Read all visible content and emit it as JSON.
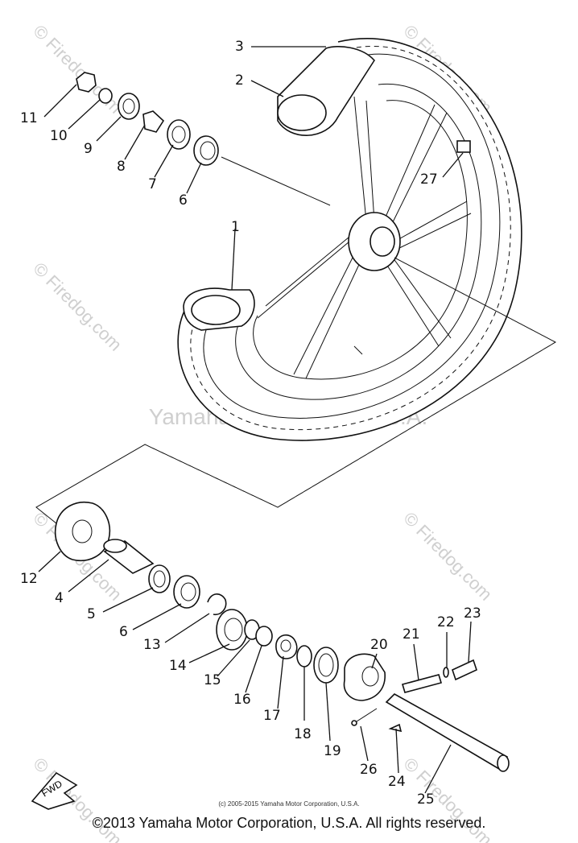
{
  "diagram": {
    "watermark_center": "Yamaha Motor Corp. U.S.A.",
    "watermark_site": "© Firedog.com",
    "fwd_label": "FWD",
    "small_copyright": "(c) 2005-2015 Yamaha Motor Corporation, U.S.A.",
    "copyright": "©2013 Yamaha Motor Corporation, U.S.A. All rights reserved.",
    "callouts": {
      "c1": "1",
      "c2": "2",
      "c3": "3",
      "c4": "4",
      "c5": "5",
      "c6a": "6",
      "c6b": "6",
      "c7": "7",
      "c8": "8",
      "c9": "9",
      "c10": "10",
      "c11": "11",
      "c12": "12",
      "c13": "13",
      "c14": "14",
      "c15": "15",
      "c16": "16",
      "c17": "17",
      "c18": "18",
      "c19": "19",
      "c20": "20",
      "c21": "21",
      "c22": "22",
      "c23": "23",
      "c24": "24",
      "c25": "25",
      "c26": "26",
      "c27": "27"
    }
  }
}
